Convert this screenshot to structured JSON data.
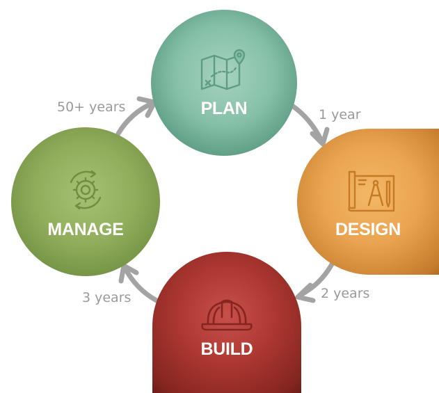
{
  "stages": {
    "plan": {
      "label": "PLAN",
      "icon": "map-pin-icon"
    },
    "design": {
      "label": "DESIGN",
      "icon": "blueprint-compass-icon"
    },
    "build": {
      "label": "BUILD",
      "icon": "hard-hat-icon"
    },
    "manage": {
      "label": "MANAGE",
      "icon": "gear-cycle-icon"
    }
  },
  "durations": {
    "plan_to_design": "1 year",
    "design_to_build": "2 years",
    "build_to_manage": "3 years",
    "manage_to_plan": "50+ years"
  },
  "colors": {
    "plan": "#86c0a8",
    "design": "#eaa451",
    "build": "#ad3731",
    "manage": "#90ad5c",
    "arrow": "#a3a3a3",
    "duration_text": "#9a9a9a"
  }
}
